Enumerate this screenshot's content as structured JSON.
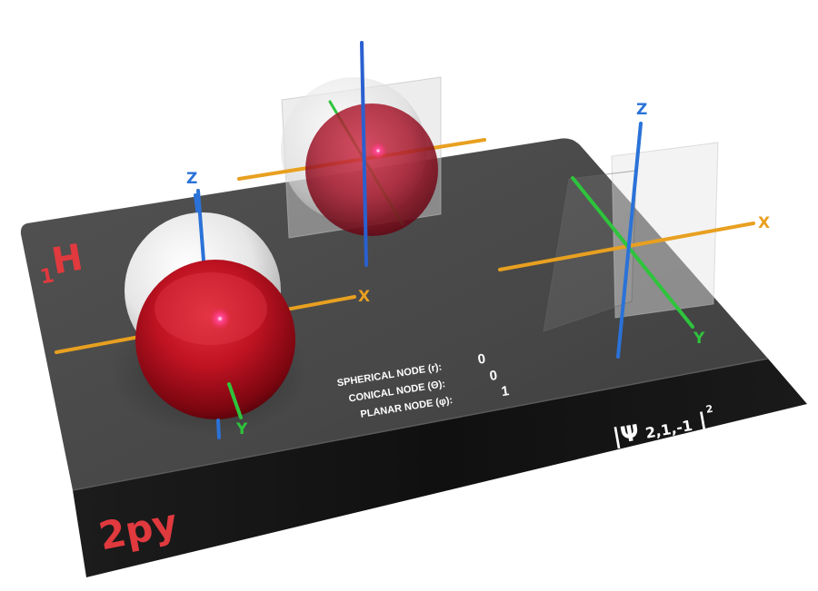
{
  "element": {
    "subscript": "1",
    "symbol": "H"
  },
  "orbital": {
    "name": "2py",
    "wavefunction_symbol": "|Ψ",
    "quantum_numbers": "2,1,-1",
    "wavefunction_close": "|",
    "exponent": "2"
  },
  "nodes": [
    {
      "label": "SPHERICAL NODE (r):",
      "value": "0"
    },
    {
      "label": "CONICAL NODE (Θ):",
      "value": "0"
    },
    {
      "label": "PLANAR NODE (φ):",
      "value": "1"
    }
  ],
  "axes": {
    "x": "X",
    "y": "Y",
    "z": "Z"
  },
  "colors": {
    "board_top": "#4a4a4a",
    "board_front": "#161616",
    "accent_red": "#e0393e",
    "axis_x": "#e8a020",
    "axis_y": "#2ec43c",
    "axis_z": "#2a72d8",
    "lobe_red": "#b0101c",
    "text_white": "#ffffff"
  }
}
